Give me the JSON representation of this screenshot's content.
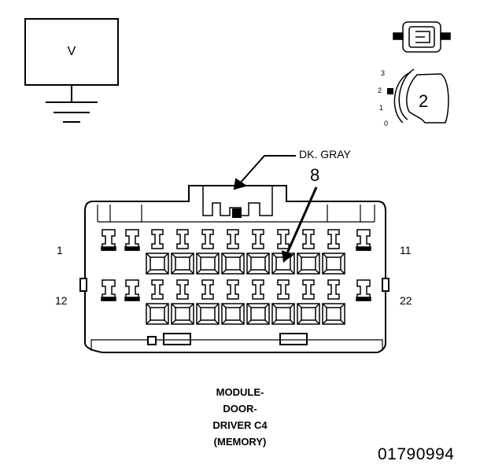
{
  "meter": {
    "label": "V"
  },
  "wire": {
    "color_label": "DK. GRAY"
  },
  "cavity": {
    "number": "8"
  },
  "pins": {
    "top_left": "1",
    "top_right": "11",
    "bottom_left": "12",
    "bottom_right": "22"
  },
  "caption": {
    "line1": "MODULE-",
    "line2": "DOOR-",
    "line3": "DRIVER C4",
    "line4": "(MEMORY)"
  },
  "reference": {
    "number": "01790994"
  },
  "probe_symbol": {
    "label": "2",
    "scale": [
      "3",
      "2",
      "1",
      "0"
    ]
  }
}
